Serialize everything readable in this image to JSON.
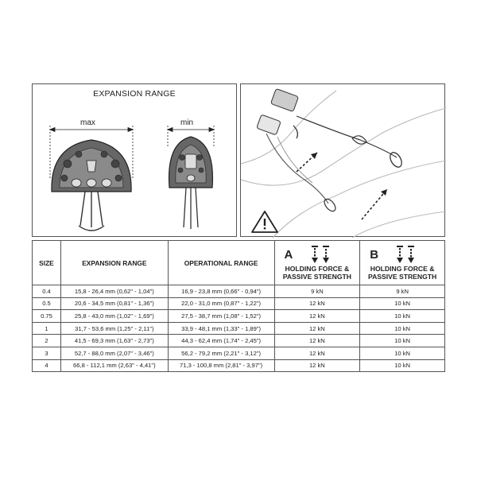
{
  "diagram": {
    "title": "EXPANSION RANGE",
    "max_label": "max",
    "min_label": "min",
    "warning_icon": "warning-triangle-icon"
  },
  "table": {
    "headers": {
      "size": "SIZE",
      "expansion": "EXPANSION RANGE",
      "operational": "OPERATIONAL RANGE",
      "col_a_letter": "A",
      "col_a_line1": "HOLDING FORCE &",
      "col_a_line2": "PASSIVE STRENGTH",
      "col_b_letter": "B",
      "col_b_line1": "HOLDING FORCE &",
      "col_b_line2": "PASSIVE STRENGTH"
    },
    "rows": [
      {
        "size": "0.4",
        "expansion": "15,8 - 26,4 mm (0,62\" - 1,04\")",
        "operational": "16,9 - 23,8 mm (0,66\" - 0,94\")",
        "a": "9 kN",
        "b": "9 kN"
      },
      {
        "size": "0.5",
        "expansion": "20,6 - 34,5 mm (0,81\" - 1,36\")",
        "operational": "22,0 - 31,0 mm (0,87\" - 1,22\")",
        "a": "12 kN",
        "b": "10 kN"
      },
      {
        "size": "0.75",
        "expansion": "25,8 - 43,0 mm (1,02\" - 1,69\")",
        "operational": "27,5 - 38,7 mm (1,08\" - 1,52\")",
        "a": "12 kN",
        "b": "10 kN"
      },
      {
        "size": "1",
        "expansion": "31,7 - 53,6 mm (1,25\" - 2,11\")",
        "operational": "33,9 - 48,1 mm (1,33\" - 1,89\")",
        "a": "12 kN",
        "b": "10 kN"
      },
      {
        "size": "2",
        "expansion": "41,5 - 69,3 mm (1,63\" - 2,73\")",
        "operational": "44,3 - 62,4 mm (1,74\" - 2,45\")",
        "a": "12 kN",
        "b": "10 kN"
      },
      {
        "size": "3",
        "expansion": "52,7 - 88,0 mm (2,07\" - 3,46\")",
        "operational": "56,2 - 79,2 mm (2,21\" - 3,12\")",
        "a": "12 kN",
        "b": "10 kN"
      },
      {
        "size": "4",
        "expansion": "66,8 - 112,1 mm (2,63\" - 4,41\")",
        "operational": "71,3 - 100,8 mm (2,81\" - 3,97\")",
        "a": "12 kN",
        "b": "10 kN"
      }
    ]
  }
}
